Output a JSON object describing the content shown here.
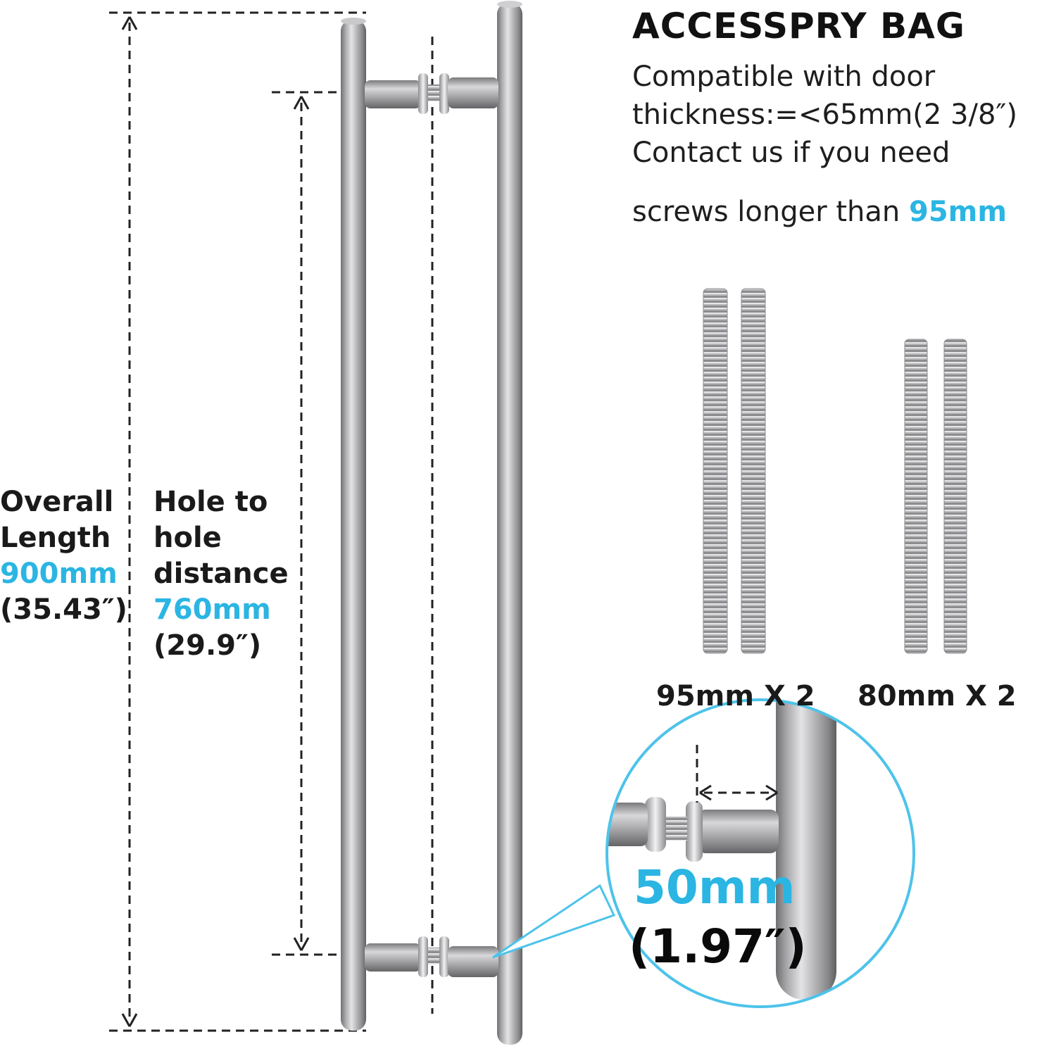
{
  "accessory": {
    "title": "ACCESSPRY BAG",
    "compat_line1": "Compatible with door",
    "compat_line2": "thickness:=<65mm(2 3/8″)",
    "contact_line1": "Contact us if you need",
    "contact_line2_prefix": "screws longer than ",
    "contact_line2_value": "95mm"
  },
  "dimensions": {
    "overall": {
      "label_line1": "Overall",
      "label_line2": "Length",
      "mm": "900mm",
      "inch": "(35.43″)"
    },
    "hole_to_hole": {
      "label_line1": "Hole to",
      "label_line2": "hole",
      "label_line3": "distance",
      "mm": "760mm",
      "inch": "(29.9″)"
    },
    "standoff": {
      "mm": "50mm",
      "inch": "(1.97″)"
    }
  },
  "screws": [
    {
      "label": "95mm X 2"
    },
    {
      "label": "80mm X 2"
    }
  ],
  "colors": {
    "accent": "#2bb5e3",
    "text": "#1a1a1a",
    "steel": "#a9a9ab"
  }
}
